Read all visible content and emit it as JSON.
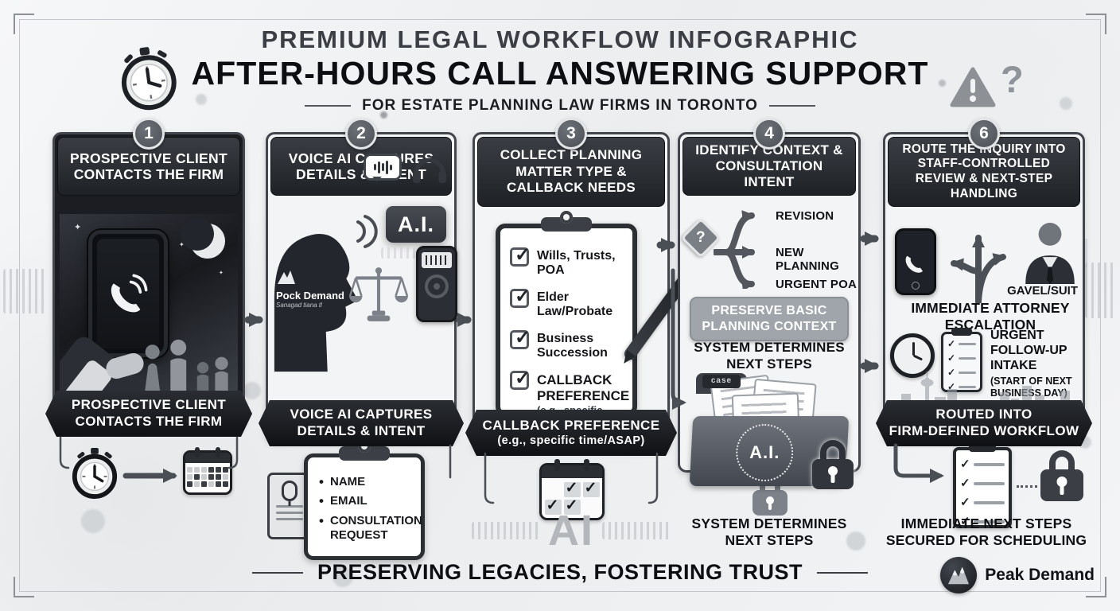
{
  "colors": {
    "ink": "#141619",
    "panel_border": "#43464c",
    "header_bg": "#26292e",
    "ribbon_bg": "#15171b",
    "badge_bg": "#5b6066",
    "context_box_bg": "#a0a5ab",
    "muted_icon": "#8d9196"
  },
  "header": {
    "kicker": "PREMIUM LEGAL WORKFLOW INFOGRAPHIC",
    "title": "AFTER-HOURS CALL ANSWERING SUPPORT",
    "subtitle": "FOR ESTATE PLANNING LAW FIRMS IN TORONTO"
  },
  "steps": [
    {
      "number": "1",
      "title": "PROSPECTIVE CLIENT CONTACTS THE FIRM"
    },
    {
      "number": "2",
      "title": "VOICE AI CAPTURES DETAILS & INTENT"
    },
    {
      "number": "3",
      "title": "COLLECT PLANNING MATTER TYPE & CALLBACK NEEDS"
    },
    {
      "number": "4",
      "title": "IDENTIFY CONTEXT & CONSULTATION INTENT"
    },
    {
      "number": "6",
      "title": "ROUTE THE INQUIRY INTO STAFF-CONTROLLED REVIEW & NEXT-STEP HANDLING"
    }
  ],
  "step1": {
    "ribbon_line1": "PROSPECTIVE CLIENT",
    "ribbon_line2": "CONTACTS THE FIRM"
  },
  "step2": {
    "ribbon_line1": "VOICE AI CAPTURES",
    "ribbon_line2": "DETAILS & INTENT",
    "ai_label": "A.I.",
    "brand": "Pock Demand",
    "brand_sub": "Sanagad tiana tl",
    "clipboard_items": [
      "NAME",
      "EMAIL",
      "CONSULTATION REQUEST"
    ]
  },
  "step3": {
    "checklist": [
      "Wills, Trusts, POA",
      "Elder Law/Probate",
      "Business Succession"
    ],
    "callback_label": "CALLBACK PREFERENCE",
    "callback_sub": "(e.g., specific time)",
    "ribbon_line1": "CALLBACK PREFERENCE",
    "ribbon_line2": "(e.g., specific time/ASAP)",
    "watermark": "AI"
  },
  "step4": {
    "question_mark": "?",
    "branches": [
      "REVISION",
      "NEW PLANNING",
      "URGENT POA"
    ],
    "context_line1": "PRESERVE BASIC",
    "context_line2": "PLANNING CONTEXT",
    "determines": "SYSTEM DETERMINES NEXT STEPS",
    "folder_tab": "case",
    "folder_ai": "A.I.",
    "caption": "SYSTEM DETERMINES NEXT STEPS"
  },
  "step5": {
    "gavel_label": "GAVEL/SUIT",
    "escalation": "IMMEDIATE ATTORNEY ESCALATION",
    "urgent": "URGENT FOLLOW-UP INTAKE",
    "urgent_sub": "(START OF NEXT BUSINESS DAY)",
    "ribbon_line1": "ROUTED INTO",
    "ribbon_line2": "FIRM-DEFINED WORKFLOW",
    "caption": "IMMEDIATE NEXT STEPS SECURED FOR SCHEDULING"
  },
  "decor": {
    "warning": "!",
    "question": "?"
  },
  "footer": {
    "tagline": "PRESERVING LEGACIES, FOSTERING TRUST",
    "brand": "Peak Demand"
  }
}
